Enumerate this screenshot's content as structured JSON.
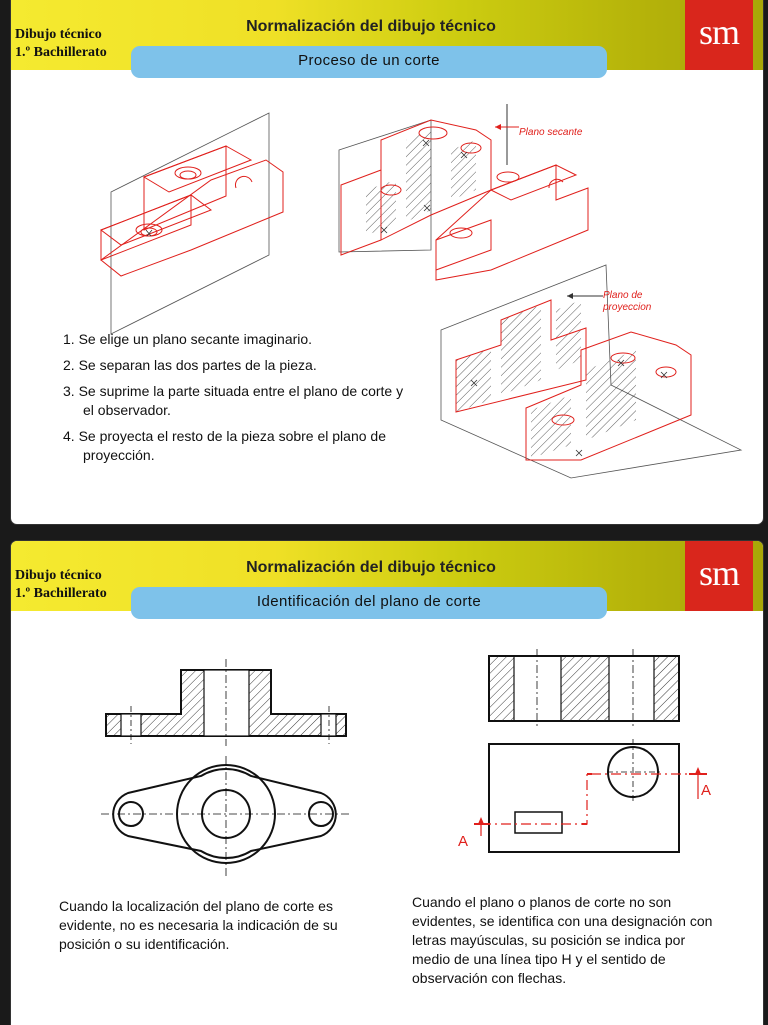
{
  "slide1": {
    "subject_line1": "Dibujo técnico",
    "subject_line2": "1.º Bachillerato",
    "title": "Normalización del dibujo técnico",
    "subtitle": "Proceso de un corte",
    "logo": "sm",
    "label_plano_secante": "Plano secante",
    "label_plano_de": "Plano de",
    "label_proyeccion": "proyeccion",
    "steps": [
      "1. Se elige un plano secante imaginario.",
      "2. Se separan las dos partes de la pieza.",
      "3. Se suprime la parte situada entre el plano de corte y el observador.",
      "4. Se proyecta el resto de la pieza sobre el plano de proyección."
    ]
  },
  "slide2": {
    "subject_line1": "Dibujo técnico",
    "subject_line2": "1.º Bachillerato",
    "title": "Normalización del dibujo técnico",
    "subtitle": "Identificación del plano de corte",
    "logo": "sm",
    "label_a": "A",
    "text_left": "Cuando la localización del plano de corte es evidente, no es necesaria la indicación de su posición o su identificación.",
    "text_right": "Cuando el plano o planos de corte no son evidentes, se identifica con una designación con letras mayúsculas, su posición se indica por medio de una línea tipo H y el sentido de observación con flechas."
  },
  "colors": {
    "header_yellow": "#f5ea30",
    "subtitle_blue": "#7ec2ea",
    "logo_red": "#d9261c",
    "drawing_red": "#e0201c"
  }
}
